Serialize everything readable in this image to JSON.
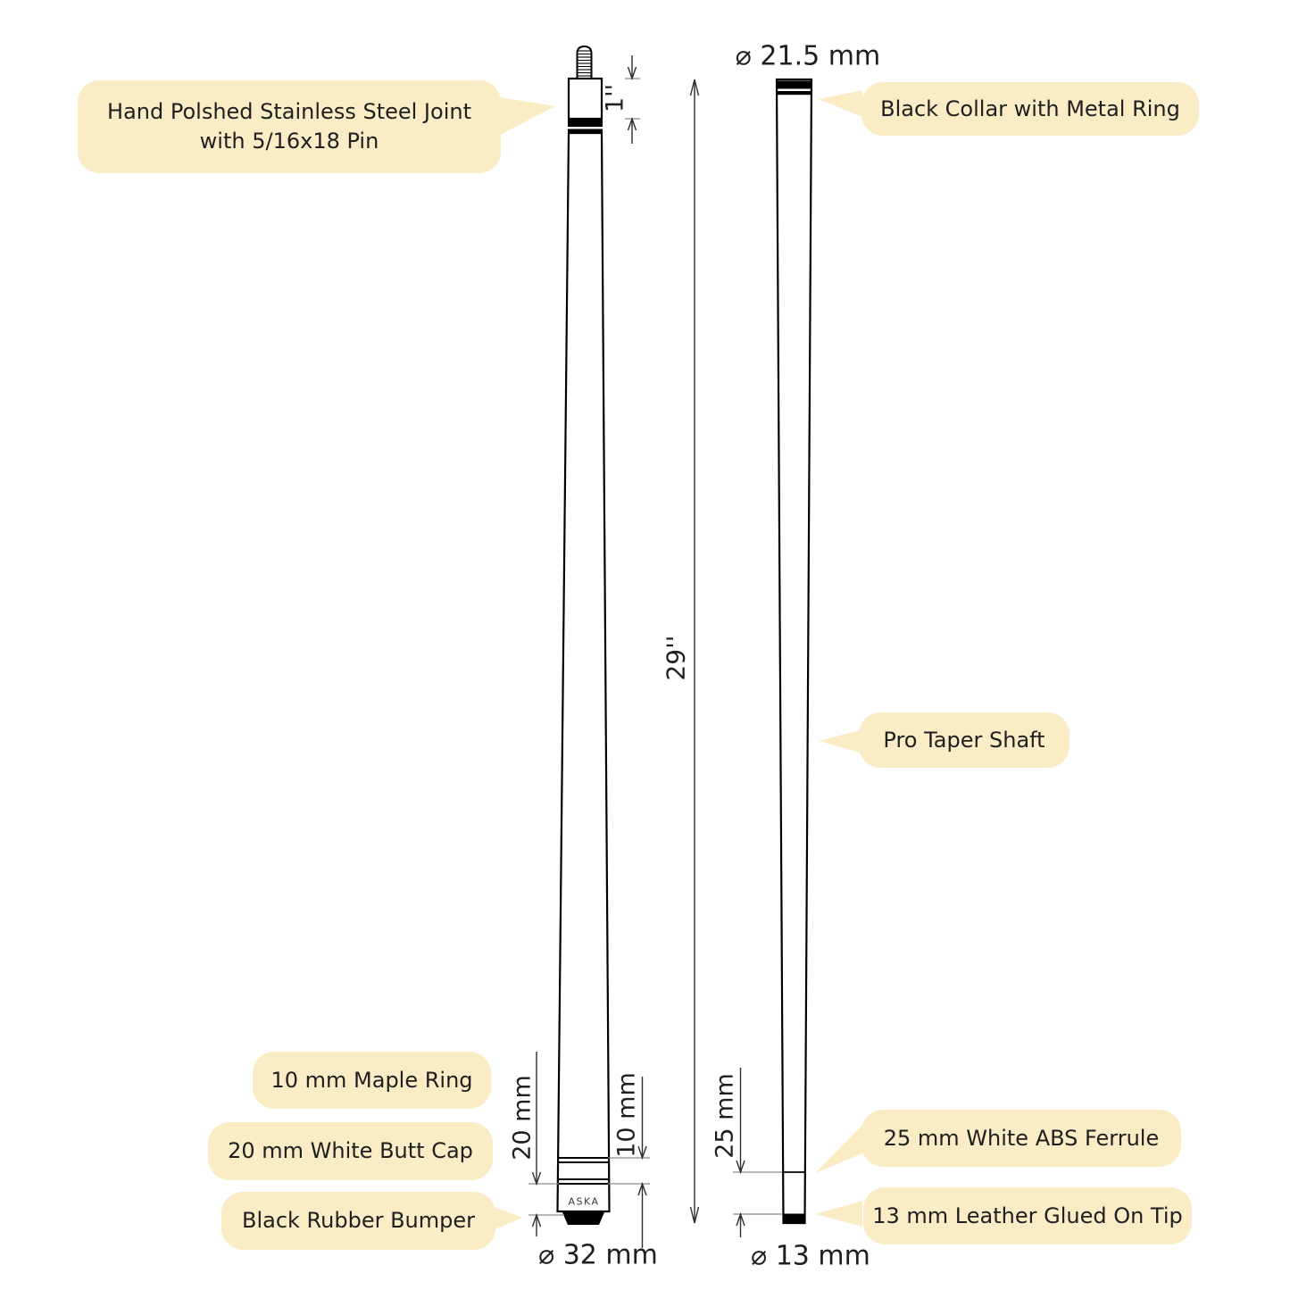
{
  "colors": {
    "background": "#ffffff",
    "callout_bg": "#FAEDC6",
    "outline": "#000000",
    "dim_line": "#2e2e2e",
    "extension_tick": "#8a8a8a",
    "text": "#1f1f1f"
  },
  "butt": {
    "joint_callout": {
      "line1": "Hand Polshed Stainless Steel Joint",
      "line2": "with 5/16x18 Pin"
    },
    "joint_length": "1''",
    "maple_ring_callout": "10 mm Maple Ring",
    "butt_cap_callout": "20 mm White Butt Cap",
    "bumper_callout": "Black Rubber Bumper",
    "butt_cap_length": "20 mm",
    "maple_ring_length": "10 mm",
    "butt_diameter": "⌀ 32 mm",
    "brand": "ASKA"
  },
  "shaft": {
    "shaft_diameter": "⌀ 21.5 mm",
    "collar_callout": "Black Collar with Metal Ring",
    "taper_callout": "Pro Taper Shaft",
    "shaft_length": "29''",
    "ferrule_callout": "25 mm White ABS Ferrule",
    "tip_callout": "13 mm Leather Glued On Tip",
    "ferrule_length": "25 mm",
    "tip_diameter": "⌀ 13 mm"
  }
}
